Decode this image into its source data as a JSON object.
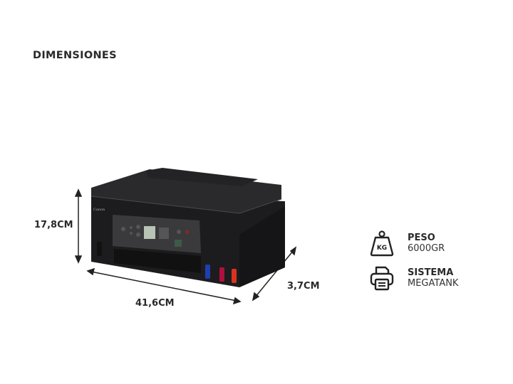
{
  "title": "DIMENSIONES",
  "dimensions": {
    "height": "17,8CM",
    "width": "41,6CM",
    "depth": "3,7CM"
  },
  "specs": [
    {
      "icon": "weight-kg-icon",
      "icon_text": "KG",
      "label": "PESO",
      "value": "6000GR"
    },
    {
      "icon": "printer-icon",
      "label": "SISTEMA",
      "value": "MEGATANK"
    }
  ],
  "product": {
    "brand": "Canon"
  },
  "colors": {
    "text": "#2a2a2a",
    "printer": "#1c1c1e",
    "ink_cyan": "#1f3fb0",
    "ink_magenta": "#b0103f",
    "ink_yellow": "#d8331f"
  }
}
